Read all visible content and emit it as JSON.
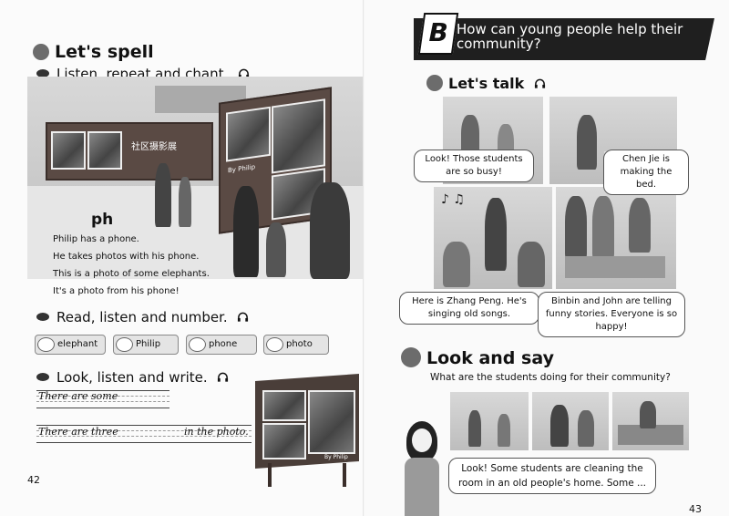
{
  "left": {
    "lets_spell": "Let's spell",
    "listen_repeat": "Listen, repeat and chant.",
    "exhibit_sign": "社区摄影展",
    "photo_sign": "By Philip",
    "ph": "ph",
    "chant": [
      "Philip has a phone.",
      "He takes photos with his phone.",
      "This is a photo of some elephants.",
      "It's a photo from his phone!"
    ],
    "read_listen": "Read, listen and number.",
    "words": [
      "elephant",
      "Philip",
      "phone",
      "photo"
    ],
    "look_listen": "Look, listen and write.",
    "write1": "There are some",
    "write2a": "There are three",
    "write2b": "in the photo.",
    "board_sign": "By Philip",
    "page_number": "42"
  },
  "right": {
    "banner_letter": "B",
    "banner_text": "How can young people help their community?",
    "lets_talk": "Let's talk",
    "bubbles": {
      "b1": "Look! Those students are so busy!",
      "b2": "Chen Jie is making the bed.",
      "b3": "Here is Zhang Peng. He's singing old songs.",
      "b4": "Binbin and John are telling funny stories. Everyone is so happy!",
      "b5": "Look! Some students are cleaning the room in an old people's home. Some ..."
    },
    "look_say": "Look and say",
    "question": "What are the students doing for their community?",
    "page_number": "43"
  },
  "colors": {
    "banner_bg": "#1f1f1f",
    "bullet": "#6c6c6c"
  },
  "icons": [
    "headphones-icon",
    "bullet-icon",
    "music-notes-icon"
  ]
}
